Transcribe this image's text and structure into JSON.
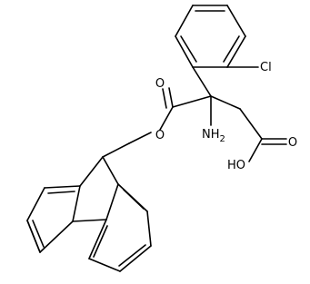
{
  "molecule": {
    "atom_labels": {
      "carbonyl_oxygen": "O",
      "ester_oxygen": "O",
      "acid_carbonyl_oxygen": "O",
      "chlorine": "Cl",
      "amine_N": "NH",
      "amine_H_count": "2",
      "hydroxyl": "HO"
    }
  }
}
